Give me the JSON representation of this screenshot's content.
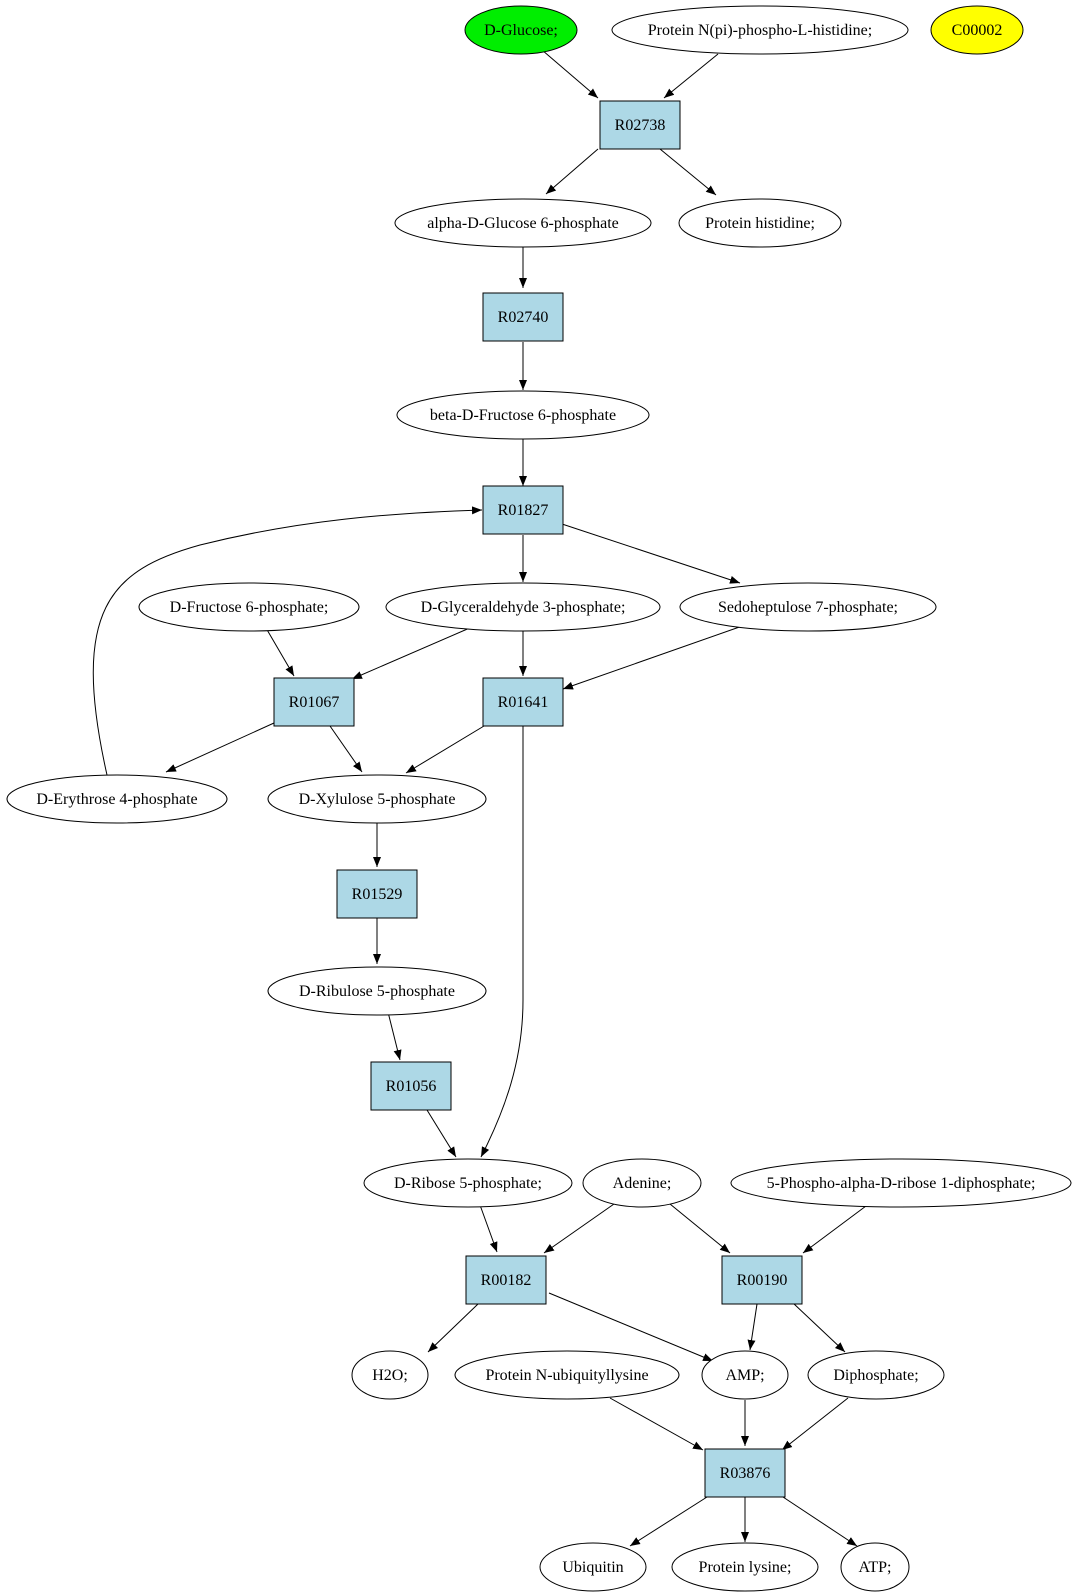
{
  "colors": {
    "reaction_fill": "#add8e6",
    "compound_fill": "#ffffff",
    "highlight_green": "#00ee00",
    "highlight_yellow": "#ffff00",
    "stroke": "#000000"
  },
  "compounds": {
    "c1": "D-Glucose;",
    "c2": "Protein N(pi)-phospho-L-histidine;",
    "c3": "C00002",
    "c4": "alpha-D-Glucose 6-phosphate",
    "c5": "Protein histidine;",
    "c6": "beta-D-Fructose 6-phosphate",
    "c7": "D-Fructose 6-phosphate;",
    "c8": "D-Glyceraldehyde 3-phosphate;",
    "c9": "Sedoheptulose 7-phosphate;",
    "c10": "D-Erythrose 4-phosphate",
    "c11": "D-Xylulose 5-phosphate",
    "c12": "D-Ribulose 5-phosphate",
    "c13": "D-Ribose 5-phosphate;",
    "c14": "Adenine;",
    "c15": "5-Phospho-alpha-D-ribose 1-diphosphate;",
    "c16": "H2O;",
    "c17": "Protein N-ubiquityllysine",
    "c18": "AMP;",
    "c19": "Diphosphate;",
    "c20": "Ubiquitin",
    "c21": "Protein lysine;",
    "c22": "ATP;"
  },
  "reactions": {
    "r1": "R02738",
    "r2": "R02740",
    "r3": "R01827",
    "r4": "R01067",
    "r5": "R01641",
    "r6": "R01529",
    "r7": "R01056",
    "r8": "R00182",
    "r9": "R00190",
    "r10": "R03876"
  },
  "edges": [
    [
      "c1",
      "r1"
    ],
    [
      "c2",
      "r1"
    ],
    [
      "r1",
      "c4"
    ],
    [
      "r1",
      "c5"
    ],
    [
      "c4",
      "r2"
    ],
    [
      "r2",
      "c6"
    ],
    [
      "c6",
      "r3"
    ],
    [
      "r3",
      "c8"
    ],
    [
      "r3",
      "c9"
    ],
    [
      "c10",
      "r3"
    ],
    [
      "c7",
      "r4"
    ],
    [
      "c8",
      "r4"
    ],
    [
      "r4",
      "c10"
    ],
    [
      "r4",
      "c11"
    ],
    [
      "c8",
      "r5"
    ],
    [
      "c9",
      "r5"
    ],
    [
      "r5",
      "c11"
    ],
    [
      "r5",
      "c13"
    ],
    [
      "c11",
      "r6"
    ],
    [
      "r6",
      "c12"
    ],
    [
      "c12",
      "r7"
    ],
    [
      "r7",
      "c13"
    ],
    [
      "c13",
      "r8"
    ],
    [
      "c14",
      "r8"
    ],
    [
      "r8",
      "c16"
    ],
    [
      "r8",
      "c18"
    ],
    [
      "c14",
      "r9"
    ],
    [
      "c15",
      "r9"
    ],
    [
      "r9",
      "c18"
    ],
    [
      "r9",
      "c19"
    ],
    [
      "c17",
      "r10"
    ],
    [
      "c18",
      "r10"
    ],
    [
      "c19",
      "r10"
    ],
    [
      "r10",
      "c20"
    ],
    [
      "r10",
      "c21"
    ],
    [
      "r10",
      "c22"
    ]
  ]
}
